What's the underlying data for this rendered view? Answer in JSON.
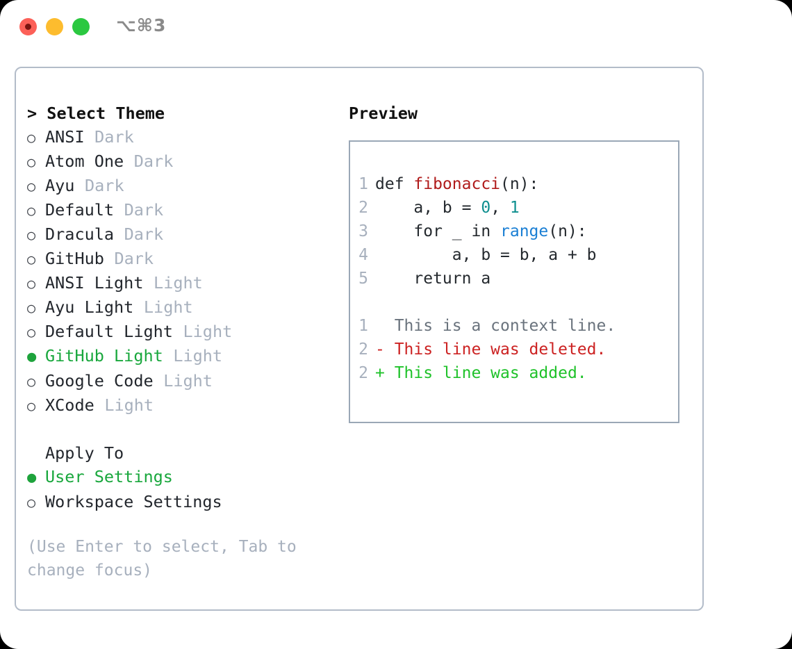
{
  "titlebar": {
    "shortcut": "⌥⌘3",
    "lights": [
      {
        "name": "close",
        "color": "#fc6058",
        "recording": true
      },
      {
        "name": "minimize",
        "color": "#fdbc2e",
        "recording": false
      },
      {
        "name": "zoom",
        "color": "#2bc840",
        "recording": false
      }
    ]
  },
  "theme_picker": {
    "header": "> Select Theme",
    "bullet_unselected": "○",
    "bullet_selected": "●",
    "items": [
      {
        "name": "ANSI",
        "variant": "Dark",
        "selected": false
      },
      {
        "name": "Atom One",
        "variant": "Dark",
        "selected": false
      },
      {
        "name": "Ayu",
        "variant": "Dark",
        "selected": false
      },
      {
        "name": "Default",
        "variant": "Dark",
        "selected": false
      },
      {
        "name": "Dracula",
        "variant": "Dark",
        "selected": false
      },
      {
        "name": "GitHub",
        "variant": "Dark",
        "selected": false
      },
      {
        "name": "ANSI Light",
        "variant": "Light",
        "selected": false
      },
      {
        "name": "Ayu Light",
        "variant": "Light",
        "selected": false
      },
      {
        "name": "Default Light",
        "variant": "Light",
        "selected": false
      },
      {
        "name": "GitHub Light",
        "variant": "Light",
        "selected": true
      },
      {
        "name": "Google Code",
        "variant": "Light",
        "selected": false
      },
      {
        "name": "XCode",
        "variant": "Light",
        "selected": false
      }
    ]
  },
  "apply_to": {
    "header": "Apply To",
    "options": [
      {
        "label": "User Settings",
        "selected": true
      },
      {
        "label": "Workspace Settings",
        "selected": false
      }
    ]
  },
  "hint": "(Use Enter to select, Tab to change focus)",
  "preview": {
    "title": "Preview",
    "code_lines": [
      {
        "number": "1",
        "tokens": [
          {
            "text": "def ",
            "type": "plain"
          },
          {
            "text": "fibonacci",
            "type": "fn"
          },
          {
            "text": "(n):",
            "type": "plain"
          }
        ]
      },
      {
        "number": "2",
        "tokens": [
          {
            "text": "    a, b = ",
            "type": "plain"
          },
          {
            "text": "0",
            "type": "num"
          },
          {
            "text": ", ",
            "type": "plain"
          },
          {
            "text": "1",
            "type": "num"
          }
        ]
      },
      {
        "number": "3",
        "tokens": [
          {
            "text": "    for _ in ",
            "type": "plain"
          },
          {
            "text": "range",
            "type": "builtin"
          },
          {
            "text": "(n):",
            "type": "plain"
          }
        ]
      },
      {
        "number": "4",
        "tokens": [
          {
            "text": "        a, b = b, a + b",
            "type": "plain"
          }
        ]
      },
      {
        "number": "5",
        "tokens": [
          {
            "text": "    return a",
            "type": "plain"
          }
        ]
      }
    ],
    "diff_lines": [
      {
        "number": "1",
        "marker": " ",
        "text": "  This is a context line.",
        "kind": "ctx"
      },
      {
        "number": "2",
        "marker": "-",
        "text": "- This line was deleted.",
        "kind": "del"
      },
      {
        "number": "2",
        "marker": "+",
        "text": "+ This line was added.",
        "kind": "add"
      }
    ]
  },
  "colors": {
    "accent_green": "#18a73c",
    "muted": "#a7b0bd",
    "panel_border": "#b3bcc9",
    "code_border": "#9aa7b6",
    "diff_delete": "#cc2222",
    "diff_add": "#1fc22a",
    "token_function": "#b01b1b",
    "token_number": "#0f8f8f",
    "token_builtin": "#1a7fd4"
  }
}
